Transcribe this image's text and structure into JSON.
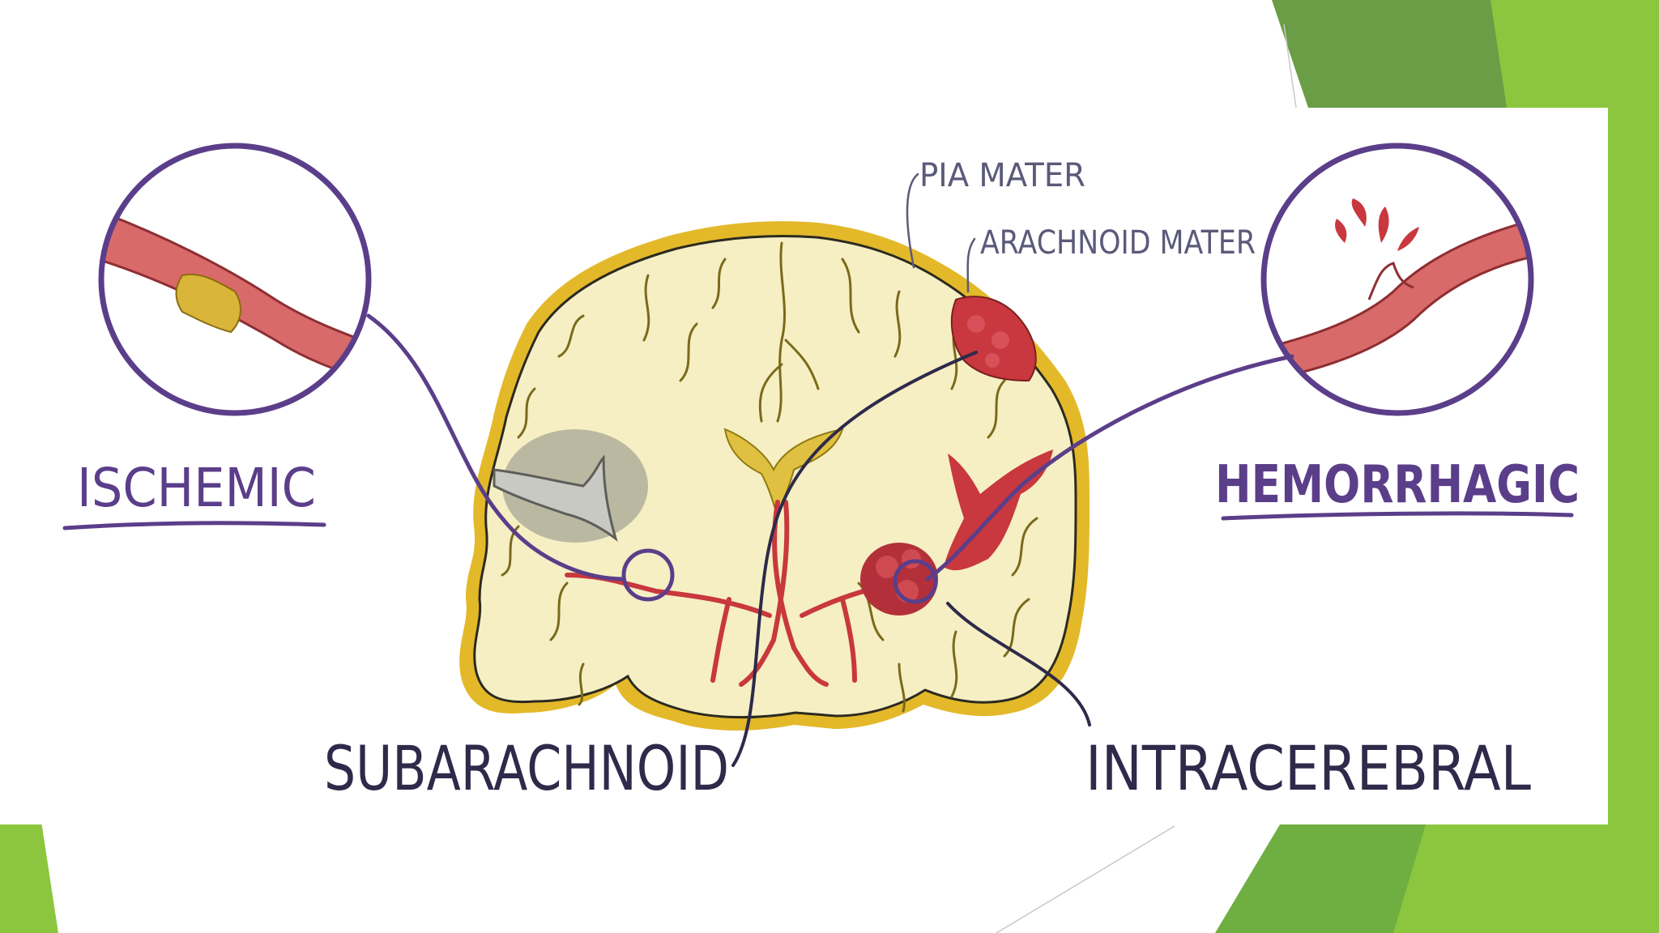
{
  "labels": {
    "ischemic": "ISCHEMIC",
    "hemorrhagic": "HEMORRHAGIC",
    "subarachnoid": "SUBARACHNOID",
    "intracerebral": "INTRACEREBRAL",
    "pia_mater": "PIA MATER",
    "arachnoid_mater": "ARACHNOID MATER"
  },
  "colors": {
    "slide_green": "#8cc63e",
    "slide_green_dark": "#6a9d45",
    "outline_purple": "#5b3e8a",
    "label_dark": "#2e2a4a",
    "brain_fill": "#f6efc4",
    "brain_border": "#e3b92a",
    "vessel_red": "#c8383e",
    "vessel_pink": "#d96a6a",
    "clot_yellow": "#d9b53a",
    "ischemia_gray": "#8a8a86"
  }
}
